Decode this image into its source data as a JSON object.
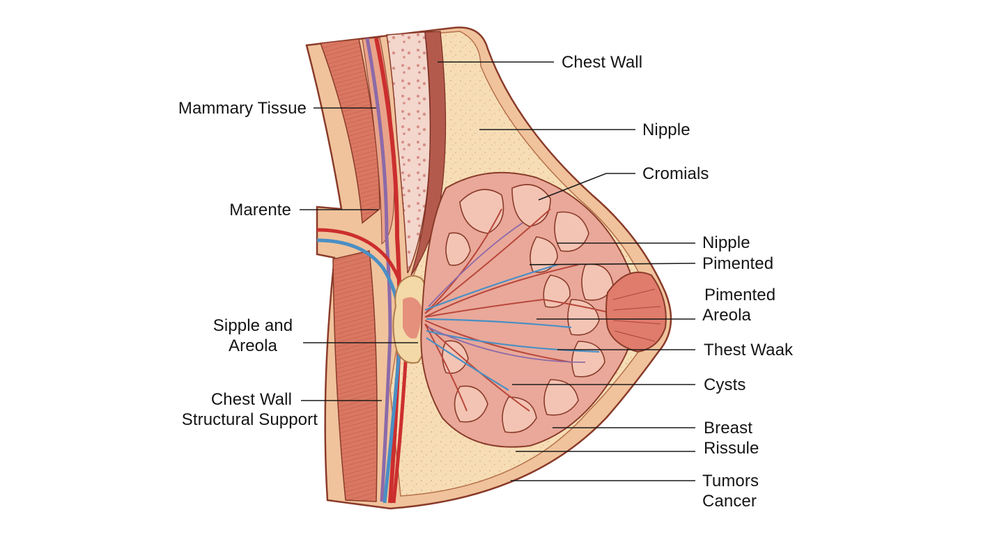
{
  "labels": {
    "chest_wall": "Chest Wall",
    "mammary_tissue": "Mammary Tissue",
    "nipple_top": "Nipple",
    "cromials": "Cromials",
    "marente": "Marente",
    "nipple": "Nipple",
    "pimented": "Pimented",
    "pimented_areola_1": "Pimented",
    "pimented_areola_2": "Areola",
    "sipple_1": "Sipple and",
    "sipple_2": "Areola",
    "thest_waak": "Thest Waak",
    "cysts": "Cysts",
    "chest_wall_support_1": "Chest Wall",
    "chest_wall_support_2": "Structural Support",
    "breast_rissule_1": "Breast",
    "breast_rissule_2": "Rissule",
    "tumors_cancer_1": "Tumors",
    "tumors_cancer_2": "Cancer"
  },
  "colors": {
    "skin": "#f2c9a0",
    "fat": "#f6ddb5",
    "muscle": "#d9705e",
    "artery": "#cc2e2e",
    "vein": "#4a8fc4",
    "nerve": "#8c6aa8",
    "lobule": "#e8a294",
    "outline": "#8a3b2a",
    "leader": "#1a1a1a"
  }
}
